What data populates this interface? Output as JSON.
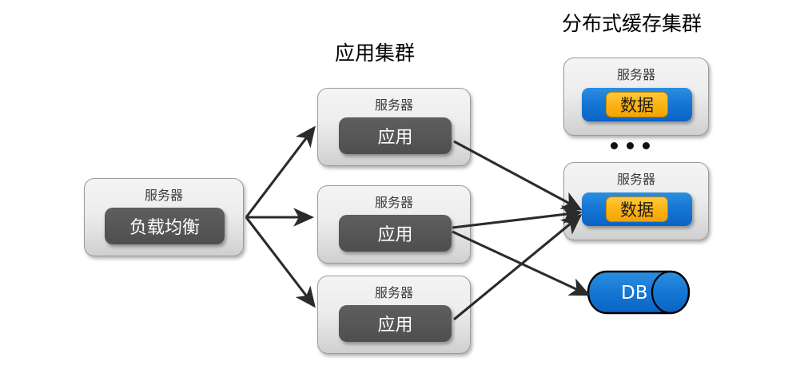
{
  "diagram": {
    "title_app_cluster": "应用集群",
    "title_cache_cluster": "分布式缓存集群",
    "server_caption": "服务器",
    "load_balancer_label": "负载均衡",
    "app_label": "应用",
    "cache_data_label": "数据",
    "db_label": "DB",
    "ellipsis": "• • •"
  },
  "load_balancer": {
    "caption": "服务器",
    "module": "负载均衡"
  },
  "app_cluster": {
    "title": "应用集群",
    "servers": [
      {
        "caption": "服务器",
        "module": "应用"
      },
      {
        "caption": "服务器",
        "module": "应用"
      },
      {
        "caption": "服务器",
        "module": "应用"
      }
    ]
  },
  "cache_cluster": {
    "title": "分布式缓存集群",
    "servers": [
      {
        "caption": "服务器",
        "data": "数据"
      },
      {
        "caption": "服务器",
        "data": "数据"
      }
    ]
  },
  "database": {
    "label": "DB"
  },
  "colors": {
    "cache_blue": "#1677d4",
    "data_amber": "#fcb415",
    "module_grey": "#575757",
    "server_shell": "#ededed",
    "arrow": "#2b2b2b",
    "text_dark": "#000000"
  }
}
